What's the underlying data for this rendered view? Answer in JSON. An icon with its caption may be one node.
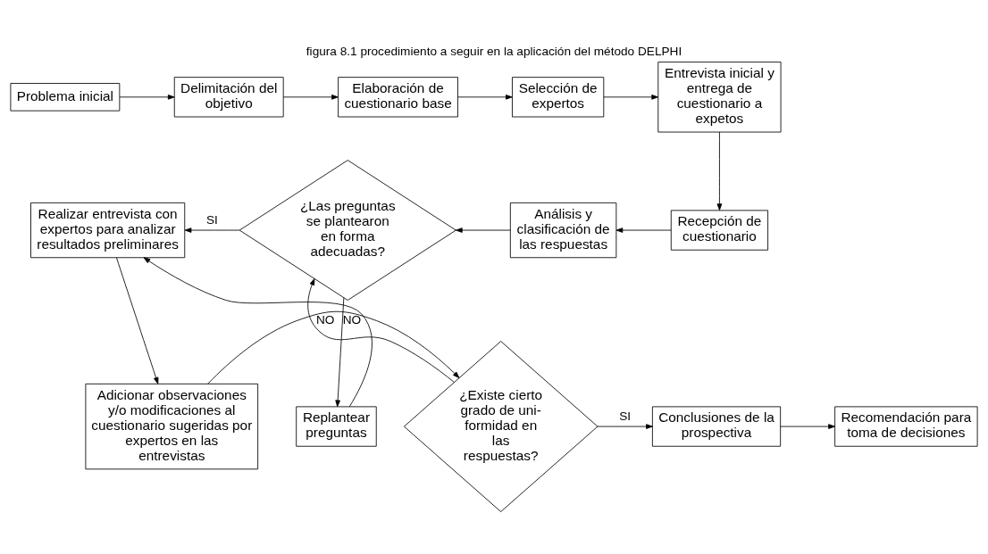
{
  "diagram": {
    "title": "figura 8.1 procedimiento a seguir en la aplicación del método DELPHI",
    "nodes": [
      {
        "text": [
          "Problema inicial"
        ]
      },
      {
        "text": [
          "Delimitación del objetivo"
        ]
      },
      {
        "text": [
          "Elaboración de cuestionario base"
        ]
      },
      {
        "text": [
          "Selección de expertos"
        ]
      },
      {
        "text": [
          "Entrevista inicial y entrega de cuestionario a expetos"
        ]
      },
      {
        "text": [
          "Recepción de cuestionario"
        ]
      },
      {
        "text": [
          "Análisis y clasificación de las respuestas"
        ]
      },
      {
        "text": [
          "¿Las preguntas se plantearon en forma adecuadas?"
        ]
      },
      {
        "text": [
          "Realizar entrevista con expertos para analizar resultados preliminares"
        ]
      },
      {
        "text": [
          "Replantear preguntas"
        ]
      },
      {
        "text": [
          "Adicionar observaciones y/o modificaciones al cuestionario sugeridas por expertos en las entrevistas"
        ]
      },
      {
        "text": [
          "¿Existe cierto grado de uni- formidad en las respuestas?"
        ]
      },
      {
        "text": [
          "Conclusiones de la prospectiva"
        ]
      },
      {
        "text": [
          "Recomendación para toma de decisiones"
        ]
      }
    ],
    "edges": [
      {
        "from": 0,
        "to": 1,
        "arrow": "to"
      },
      {
        "from": 1,
        "to": 2,
        "arrow": "to"
      },
      {
        "from": 2,
        "to": 3,
        "arrow": "to"
      },
      {
        "from": 3,
        "to": 4,
        "arrow": "to"
      },
      {
        "from": 4,
        "to": 5,
        "arrow": "to"
      },
      {
        "from": 5,
        "to": 6,
        "arrow": "to"
      },
      {
        "from": 6,
        "to": 7,
        "arrow": "to"
      },
      {
        "from": 7,
        "to": 8,
        "arrow": "to",
        "label": "SI"
      },
      {
        "from": 7,
        "to": 9,
        "arrow": "to",
        "label": "NO"
      },
      {
        "from": 9,
        "to": 8,
        "arrow": "to"
      },
      {
        "from": 8,
        "to": 10,
        "arrow": "to"
      },
      {
        "from": 10,
        "to": 11,
        "arrow": "to"
      },
      {
        "from": 11,
        "to": 7,
        "arrow": "to",
        "label": "NO"
      },
      {
        "from": 11,
        "to": 12,
        "arrow": "to",
        "label": "SI"
      },
      {
        "from": 12,
        "to": 13,
        "arrow": "to"
      }
    ]
  }
}
